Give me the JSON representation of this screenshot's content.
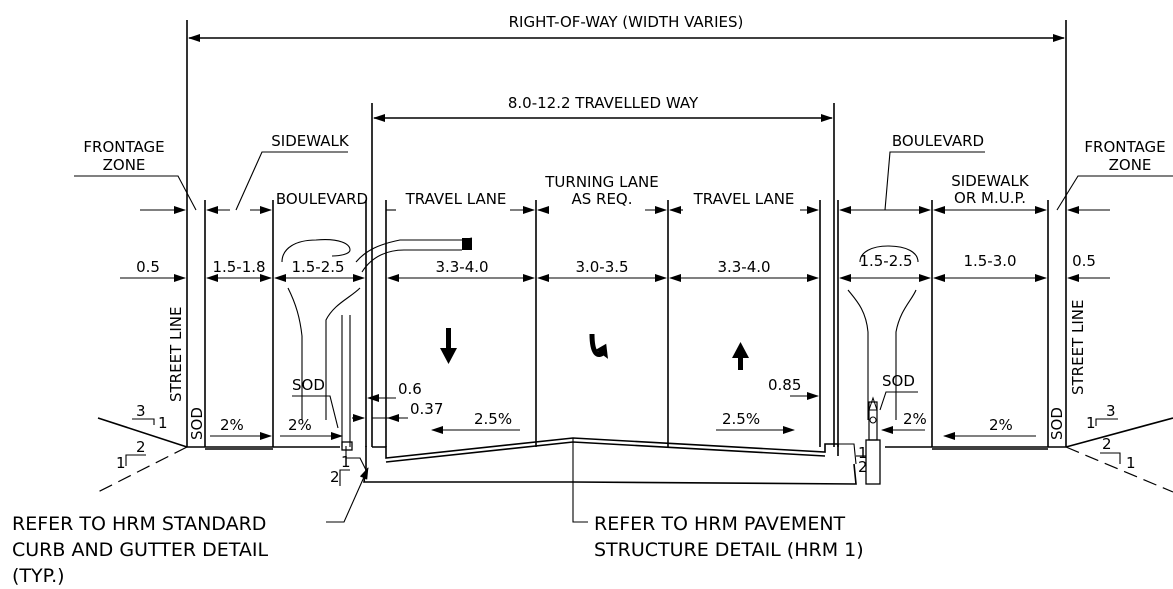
{
  "labels": {
    "right_of_way": "RIGHT-OF-WAY (WIDTH VARIES)",
    "travelled_way": "8.0-12.2 TRAVELLED WAY",
    "frontage_zone_left": [
      "FRONTAGE",
      "ZONE"
    ],
    "frontage_zone_right": [
      "FRONTAGE",
      "ZONE"
    ],
    "sidewalk_left": "SIDEWALK",
    "boulevard_left": "BOULEVARD",
    "boulevard_right": "BOULEVARD",
    "travel_lane_left": "TRAVEL LANE",
    "turning_lane": [
      "TURNING LANE",
      "AS REQ."
    ],
    "travel_lane_right": "TRAVEL LANE",
    "sidewalk_mup_right": [
      "SIDEWALK",
      "OR M.U.P."
    ],
    "street_line_left": "STREET LINE",
    "street_line_right": "STREET LINE",
    "sod_left_vertical": "SOD",
    "sod_right_vertical": "SOD",
    "sod_left": "SOD",
    "sod_right": "SOD",
    "curb_offset_1": "0.6",
    "curb_offset_2": "0.37",
    "curb_offset_right": "0.85",
    "note_curb": [
      "REFER TO HRM STANDARD",
      "CURB AND GUTTER DETAIL",
      "(TYP.)"
    ],
    "note_pavement": [
      "REFER TO HRM PAVEMENT",
      "STRUCTURE DETAIL (HRM 1)"
    ]
  },
  "dimensions": {
    "frontage_left": "0.5",
    "sidewalk_left": "1.5-1.8",
    "boulevard_left": "1.5-2.5",
    "lane_left": "3.3-4.0",
    "turning_lane": "3.0-3.5",
    "lane_right": "3.3-4.0",
    "boulevard_right": "1.5-2.5",
    "sidewalk_right": "1.5-3.0",
    "frontage_right": "0.5"
  },
  "slopes": {
    "sidewalk_left": "2%",
    "boulevard_left": "2%",
    "pavement_left": "2.5%",
    "pavement_right": "2.5%",
    "boulevard_right": "2%",
    "sidewalk_right": "2%",
    "side_slope_3_1_left": [
      "3",
      "1"
    ],
    "side_slope_2_1_left": [
      "2",
      "1"
    ],
    "side_slope_3_1_right": [
      "1",
      "3"
    ],
    "side_slope_2_1_right": [
      "2",
      "1"
    ],
    "curb_slope_left": [
      "1",
      "2"
    ],
    "curb_slope_right": [
      "1",
      "2"
    ]
  },
  "icons": {
    "lane_arrow_left": "down-arrow-icon",
    "lane_arrow_turn": "turn-arrow-icon",
    "lane_arrow_right": "up-arrow-icon"
  }
}
